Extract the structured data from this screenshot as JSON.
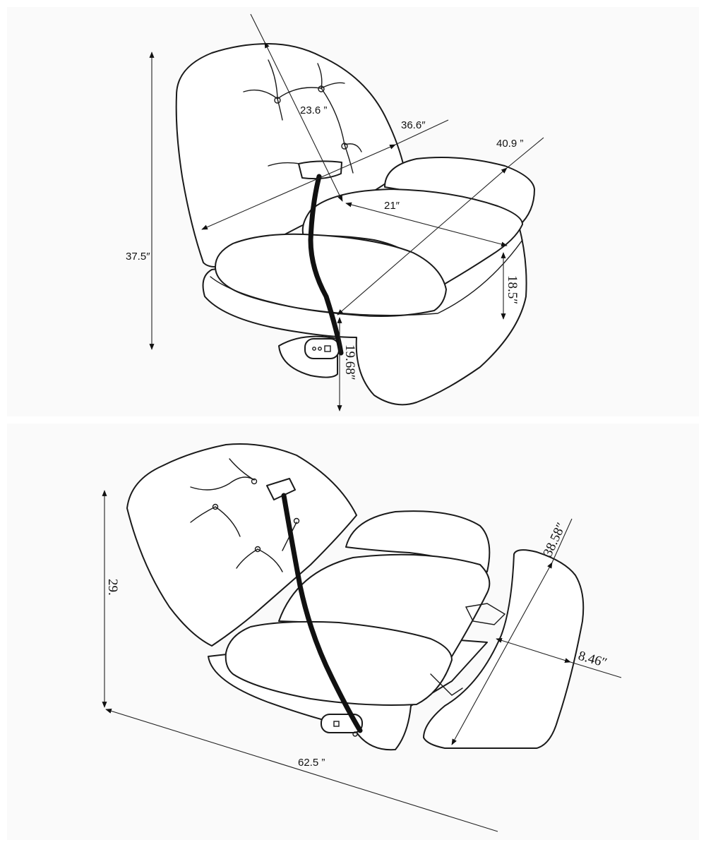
{
  "top_view": {
    "dims": {
      "height": "37.5″",
      "back_height": "23.6 ”",
      "back_width": "36.6″",
      "seat_width": "21″",
      "overall_depth": "40.9 ”",
      "seat_height": "18.5″",
      "base_height": "19.68″"
    }
  },
  "bottom_view": {
    "dims": {
      "height": "29.",
      "length": "62.5 ”",
      "footrest_length": "38.58″",
      "footrest_depth": "8.46″"
    }
  },
  "colors": {
    "line": "#1a1a1a",
    "cable": "#111111",
    "background": "#ffffff"
  }
}
